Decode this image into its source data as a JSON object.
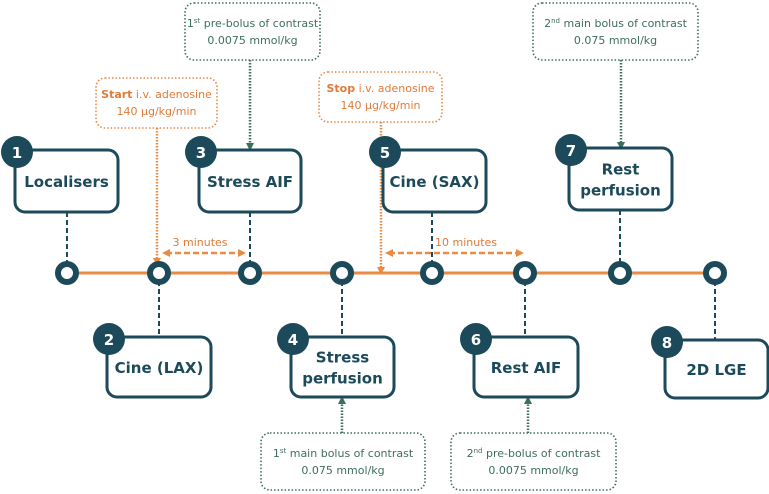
{
  "colors": {
    "dark_teal": "#1c4a5a",
    "orange": "#e98a45",
    "green_note": "#3e6e5e",
    "white": "#ffffff"
  },
  "timeline": {
    "nodes_count": 8
  },
  "steps": [
    {
      "number": "1",
      "lines": [
        "Localisers"
      ],
      "position": "above"
    },
    {
      "number": "2",
      "lines": [
        "Cine (LAX)"
      ],
      "position": "below"
    },
    {
      "number": "3",
      "lines": [
        "Stress AIF"
      ],
      "position": "above"
    },
    {
      "number": "4",
      "lines": [
        "Stress",
        "perfusion"
      ],
      "position": "below"
    },
    {
      "number": "5",
      "lines": [
        "Cine (SAX)"
      ],
      "position": "above"
    },
    {
      "number": "6",
      "lines": [
        "Rest AIF"
      ],
      "position": "below"
    },
    {
      "number": "7",
      "lines": [
        "Rest",
        "perfusion"
      ],
      "position": "above"
    },
    {
      "number": "8",
      "lines": [
        "2D LGE"
      ],
      "position": "below"
    }
  ],
  "contrast_notes": [
    {
      "ordinal": "1",
      "suffix": "st",
      "title": "pre-bolus of contrast",
      "dose": "0.0075 mmol/kg",
      "target_step": "3"
    },
    {
      "ordinal": "1",
      "suffix": "st",
      "title": "main bolus of contrast",
      "dose": "0.075 mmol/kg",
      "target_step": "4"
    },
    {
      "ordinal": "2",
      "suffix": "nd",
      "title": "pre-bolus of contrast",
      "dose": "0.0075 mmol/kg",
      "target_step": "6"
    },
    {
      "ordinal": "2",
      "suffix": "nd",
      "title": "main bolus of contrast",
      "dose": "0.075 mmol/kg",
      "target_step": "7"
    }
  ],
  "adenosine_notes": [
    {
      "action": "Start",
      "text": " i.v. adenosine",
      "dose": "140 µg/kg/min"
    },
    {
      "action": "Stop",
      "text": " i.v. adenosine",
      "dose": "140 µg/kg/min"
    }
  ],
  "intervals": [
    {
      "label": "3 minutes"
    },
    {
      "label": "10 minutes"
    }
  ]
}
